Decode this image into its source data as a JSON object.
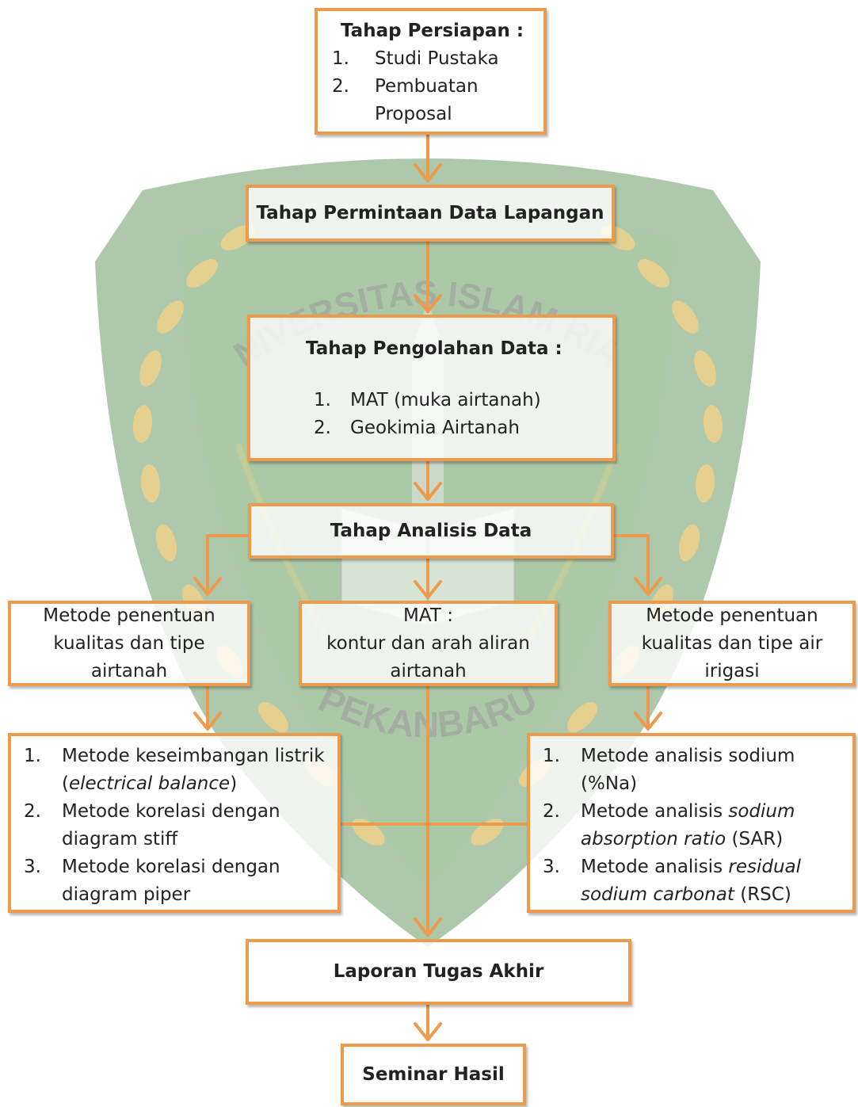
{
  "watermark": {
    "top_text": "UNIVERSITAS ISLAM RIAU",
    "bottom_text": "PEKANBARU"
  },
  "colors": {
    "box_border": "#ee9a4d",
    "connector": "#ee9a4d",
    "watermark_shield": "#8fb38c",
    "watermark_ornament": "#f3d38a"
  },
  "persiapan": {
    "title": "Tahap Persiapan :",
    "items": [
      {
        "num": "1.",
        "text": "Studi Pustaka"
      },
      {
        "num": "2.",
        "text": "Pembuatan Proposal"
      }
    ]
  },
  "permintaan": {
    "title": "Tahap Permintaan Data Lapangan"
  },
  "pengolahan": {
    "title": "Tahap Pengolahan Data :",
    "items": [
      {
        "num": "1.",
        "text": "MAT (muka airtanah)"
      },
      {
        "num": "2.",
        "text": "Geokimia Airtanah"
      }
    ]
  },
  "analisis": {
    "title": "Tahap Analisis Data"
  },
  "metode_left": {
    "text": "Metode penentuan kualitas dan tipe airtanah"
  },
  "metode_mid": {
    "line1": "MAT :",
    "line2": "kontur dan arah aliran airtanah"
  },
  "metode_right": {
    "text": "Metode penentuan kualitas dan tipe air irigasi"
  },
  "detail_left": {
    "items": [
      {
        "num": "1.",
        "pre": "Metode keseimbangan listrik (",
        "em": "electrical balance",
        "post": ")"
      },
      {
        "num": "2.",
        "pre": "Metode korelasi dengan diagram stiff",
        "em": "",
        "post": ""
      },
      {
        "num": "3.",
        "pre": "Metode korelasi dengan diagram piper",
        "em": "",
        "post": ""
      }
    ]
  },
  "detail_right": {
    "items": [
      {
        "num": "1.",
        "pre": "Metode analisis sodium (%Na)",
        "em": "",
        "post": ""
      },
      {
        "num": "2.",
        "pre": "Metode analisis ",
        "em": "sodium absorption ratio",
        "post": " (SAR)"
      },
      {
        "num": "3.",
        "pre": "Metode analisis ",
        "em": "residual sodium carbonat",
        "post": " (RSC)"
      }
    ]
  },
  "laporan": {
    "title": "Laporan Tugas Akhir"
  },
  "seminar": {
    "title": "Seminar Hasil"
  }
}
